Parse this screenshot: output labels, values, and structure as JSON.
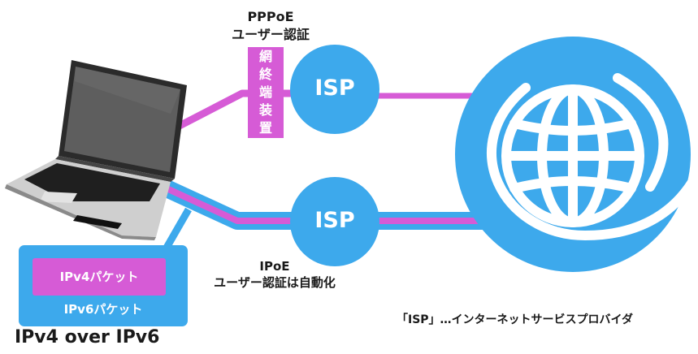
{
  "pppoe": {
    "line1": "PPPoE",
    "line2": "ユーザー認証"
  },
  "network_terminal": {
    "chars": [
      "網",
      "終",
      "端",
      "装",
      "置"
    ]
  },
  "isp_top": {
    "label": "ISP"
  },
  "isp_bottom": {
    "label": "ISP"
  },
  "ipoe": {
    "line1": "IPoE",
    "line2": "ユーザー認証は自動化"
  },
  "packet_box": {
    "inner_label": "IPv4パケット",
    "outer_label": "IPv6パケット"
  },
  "caption": "IPv4 over IPv6",
  "footnote": "「ISP」…インターネットサービスプロバイダ",
  "colors": {
    "blue": "#3da9ec",
    "magenta": "#d65bd6",
    "white": "#ffffff"
  },
  "icons": [
    "laptop-icon",
    "globe-icon"
  ]
}
